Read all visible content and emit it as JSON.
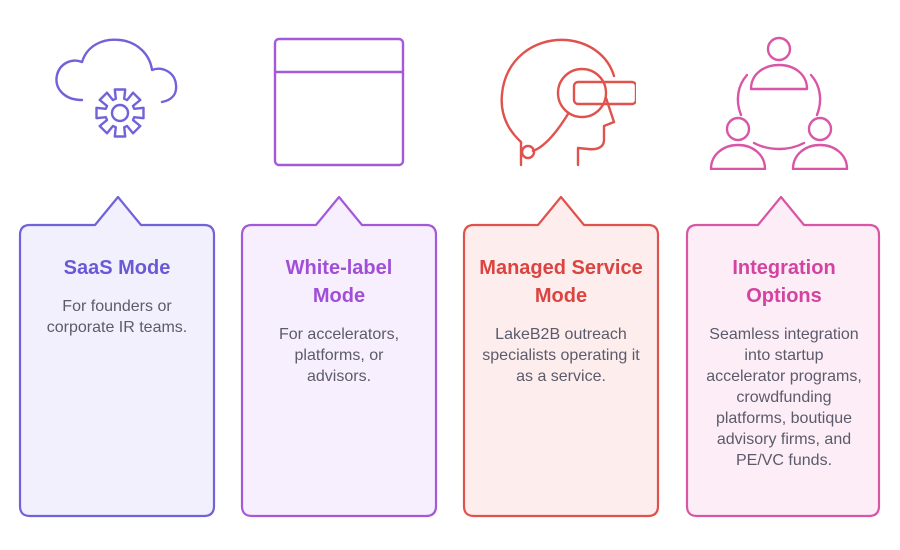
{
  "cards": [
    {
      "title": "SaaS Mode",
      "description": "For founders or corporate IR teams.",
      "icon": "cloud-gear-icon",
      "stroke": "#7162d9",
      "fill": "#f1f0fc",
      "title_color": "#6a59d6"
    },
    {
      "title": "White-label Mode",
      "description": "For accelerators, platforms, or advisors.",
      "icon": "window-icon",
      "stroke": "#a45ad8",
      "fill": "#f7effd",
      "title_color": "#a14fd7"
    },
    {
      "title": "Managed Service Mode",
      "description": "LakeB2B outreach specialists operating it as a service.",
      "icon": "head-headset-icon",
      "stroke": "#e0524e",
      "fill": "#fdeeed",
      "title_color": "#dc4441"
    },
    {
      "title": "Integration Options",
      "description": "Seamless integration into startup accelerator programs, crowdfunding platforms, boutique advisory firms, and PE/VC funds.",
      "icon": "people-network-icon",
      "stroke": "#d955a6",
      "fill": "#fcedf6",
      "title_color": "#d443a0"
    }
  ]
}
